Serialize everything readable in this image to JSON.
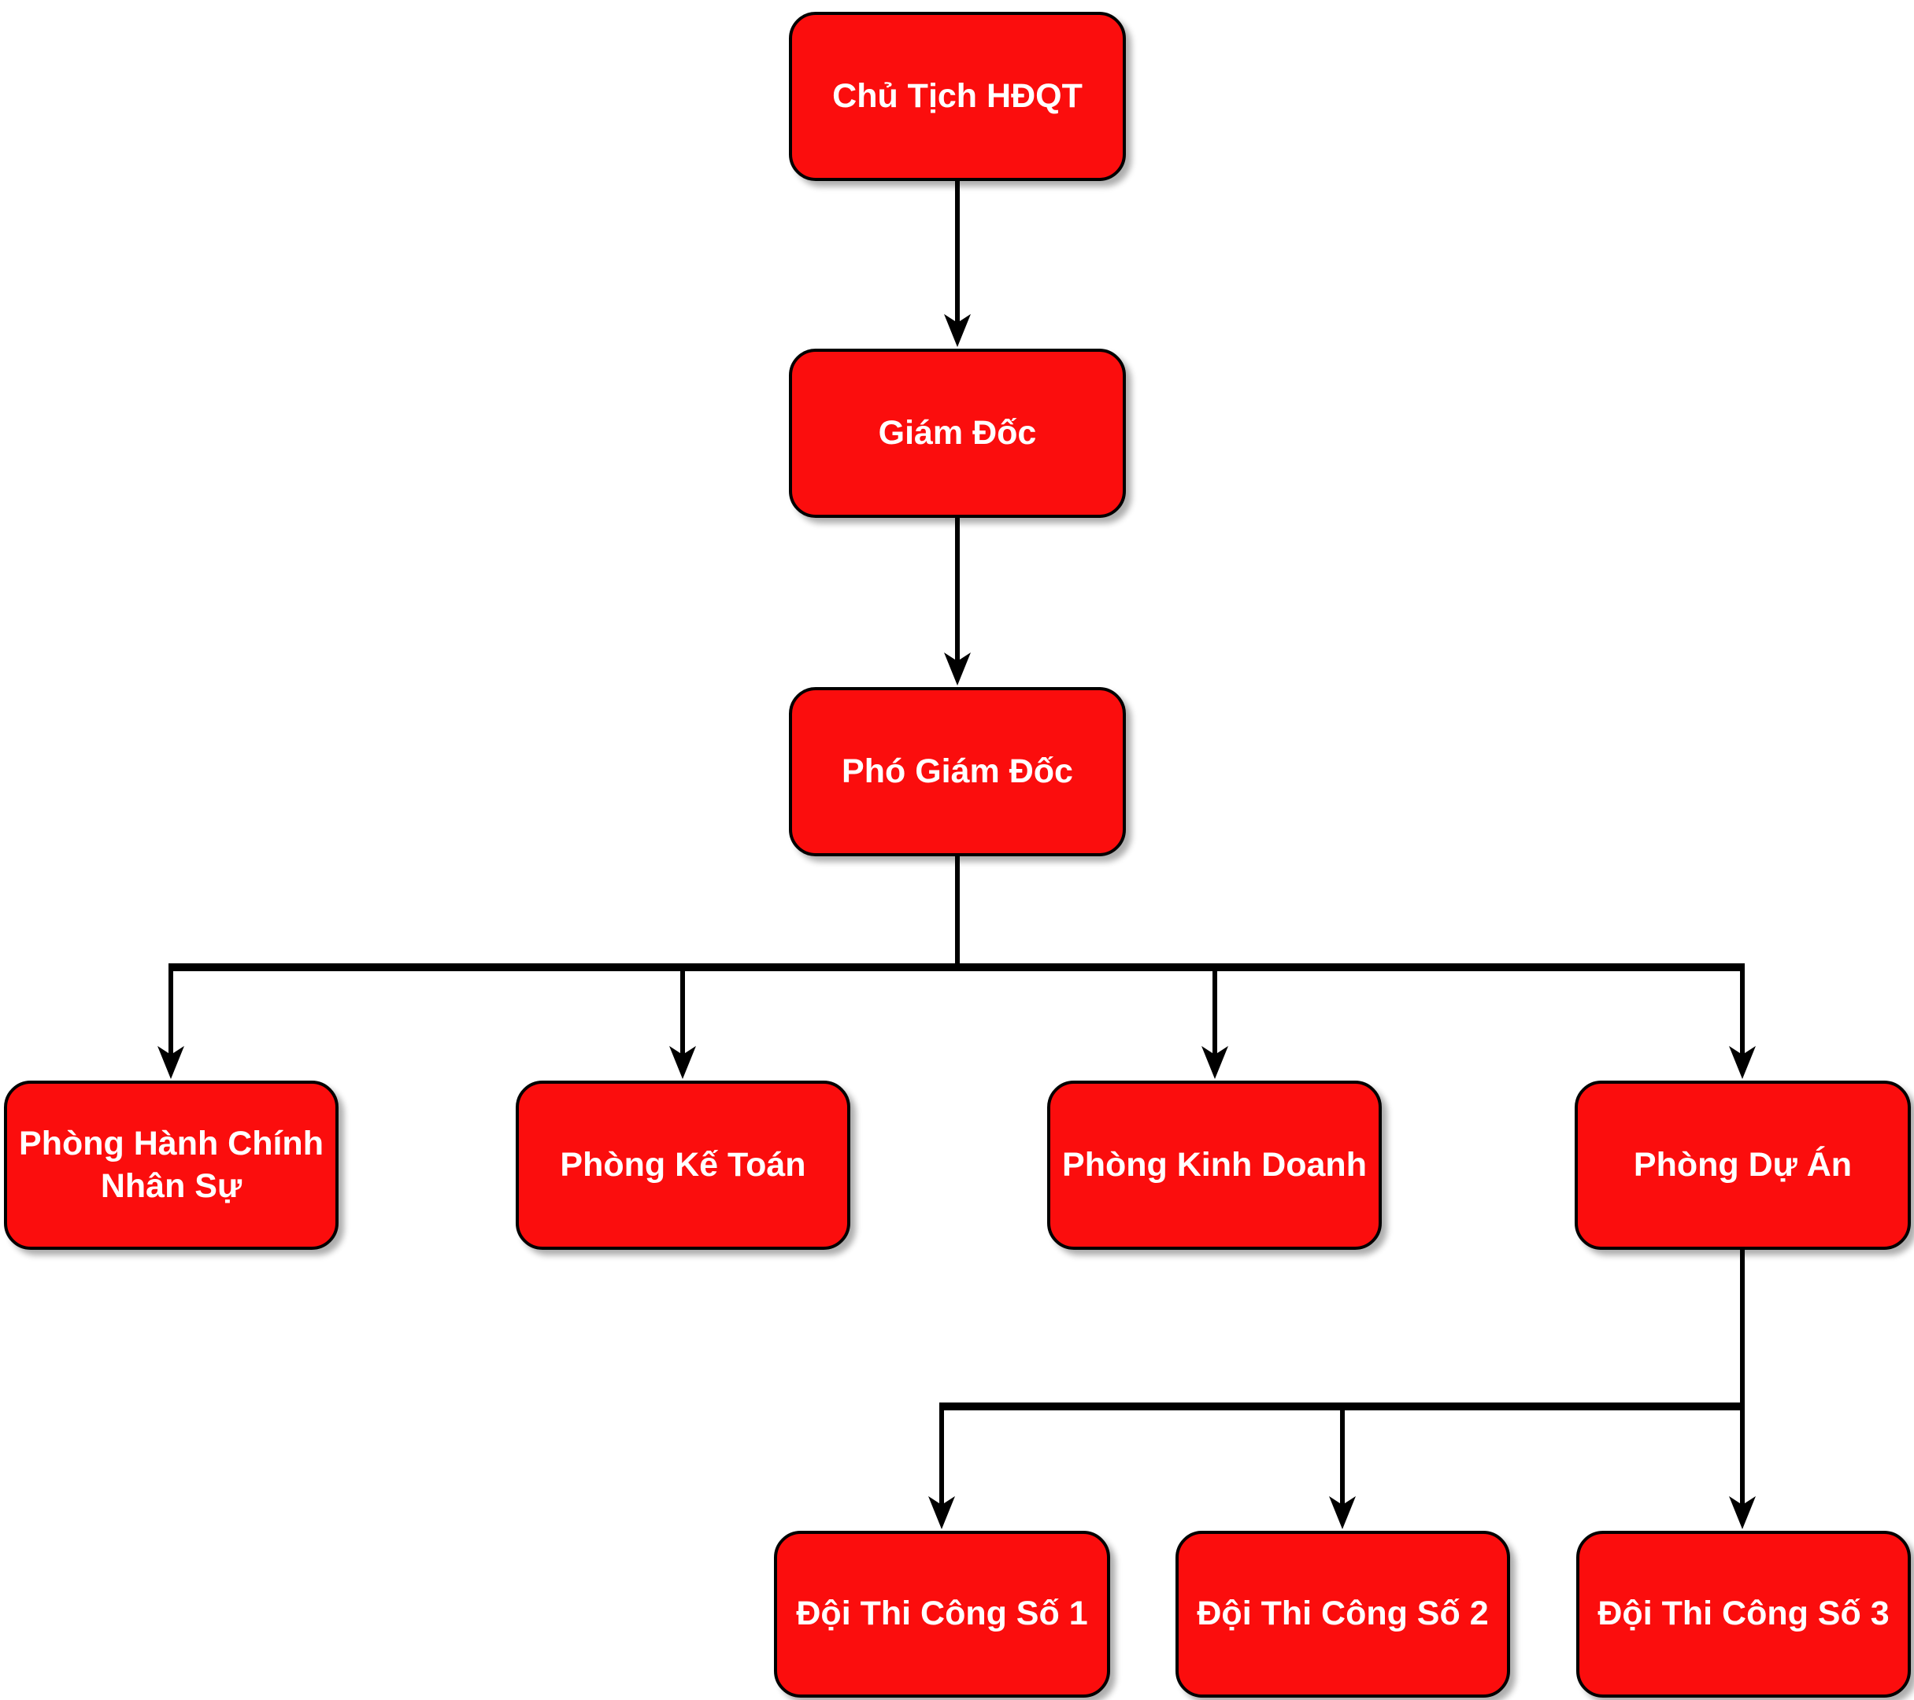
{
  "diagram": {
    "type": "org-chart",
    "background_color": "#ffffff",
    "node_style": {
      "fill_color": "#fb0d0d",
      "border_color": "#000000",
      "text_color": "#ffffff"
    },
    "connector_color": "#000000",
    "nodes": [
      {
        "id": "chu-tich-hdqt",
        "label": "Chủ Tịch HĐQT"
      },
      {
        "id": "giam-doc",
        "label": "Giám Đốc"
      },
      {
        "id": "pho-giam-doc",
        "label": "Phó Giám Đốc"
      },
      {
        "id": "phong-hanh-chinh-nhan-su",
        "label": "Phòng Hành Chính\nNhân Sự"
      },
      {
        "id": "phong-ke-toan",
        "label": "Phòng Kế Toán"
      },
      {
        "id": "phong-kinh-doanh",
        "label": "Phòng Kinh Doanh"
      },
      {
        "id": "phong-du-an",
        "label": "Phòng Dự Án"
      },
      {
        "id": "doi-thi-cong-so-1",
        "label": "Đội Thi Công Số 1"
      },
      {
        "id": "doi-thi-cong-so-2",
        "label": "Đội Thi Công Số 2"
      },
      {
        "id": "doi-thi-cong-so-3",
        "label": "Đội Thi Công Số 3"
      }
    ],
    "edges": [
      {
        "from": "chu-tich-hdqt",
        "to": "giam-doc"
      },
      {
        "from": "giam-doc",
        "to": "pho-giam-doc"
      },
      {
        "from": "pho-giam-doc",
        "to": "phong-hanh-chinh-nhan-su"
      },
      {
        "from": "pho-giam-doc",
        "to": "phong-ke-toan"
      },
      {
        "from": "pho-giam-doc",
        "to": "phong-kinh-doanh"
      },
      {
        "from": "pho-giam-doc",
        "to": "phong-du-an"
      },
      {
        "from": "phong-du-an",
        "to": "doi-thi-cong-so-1"
      },
      {
        "from": "phong-du-an",
        "to": "doi-thi-cong-so-2"
      },
      {
        "from": "phong-du-an",
        "to": "doi-thi-cong-so-3"
      }
    ]
  }
}
